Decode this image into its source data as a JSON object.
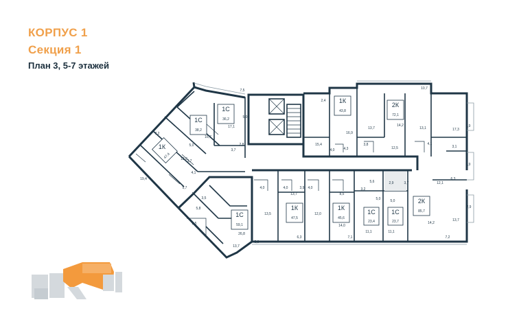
{
  "header": {
    "building": "КОРПУС 1",
    "section": "Секция 1",
    "plan": "План 3, 5-7 этажей"
  },
  "apartments": [
    {
      "type": "1С",
      "area": "36,2"
    },
    {
      "type": "1С",
      "area": "38,2"
    },
    {
      "type": "1К",
      "area": "47,4"
    },
    {
      "type": "1С",
      "area": "59,1"
    },
    {
      "type": "1К",
      "area": "43,8"
    },
    {
      "type": "2К",
      "area": "72,1"
    },
    {
      "type": "1К",
      "area": "47,5"
    },
    {
      "type": "1К",
      "area": "45,6"
    },
    {
      "type": "1С",
      "area": "23,4"
    },
    {
      "type": "1С",
      "area": "23,7"
    },
    {
      "type": "2К",
      "area": "85,7"
    }
  ],
  "room_areas": [
    "7,5",
    "5,0",
    "17,1",
    "16,7",
    "5,0",
    "2,8",
    "3,7",
    "7,2",
    "12,0",
    "3,7",
    "4,1",
    "5,7",
    "19,4",
    "3,5",
    "5,8",
    "26,8",
    "3,5",
    "13,7",
    "5,9",
    "2,4",
    "15,4",
    "4,0",
    "4,3",
    "16,9",
    "3,8",
    "13,7",
    "14,2",
    "12,5",
    "13,1",
    "4,1",
    "10,7",
    "17,3",
    "2,9",
    "3,1",
    "2,9",
    "6,3",
    "12,1",
    "2,9",
    "4,0",
    "13,5",
    "4,0",
    "13,7",
    "3,9",
    "6,3",
    "4,0",
    "12,0",
    "8,5",
    "14,0",
    "7,1",
    "3,2",
    "5,6",
    "2,9",
    "5,0",
    "5,0",
    "3,7",
    "11,1",
    "11,1",
    "14,2",
    "7,2",
    "13,7"
  ]
}
